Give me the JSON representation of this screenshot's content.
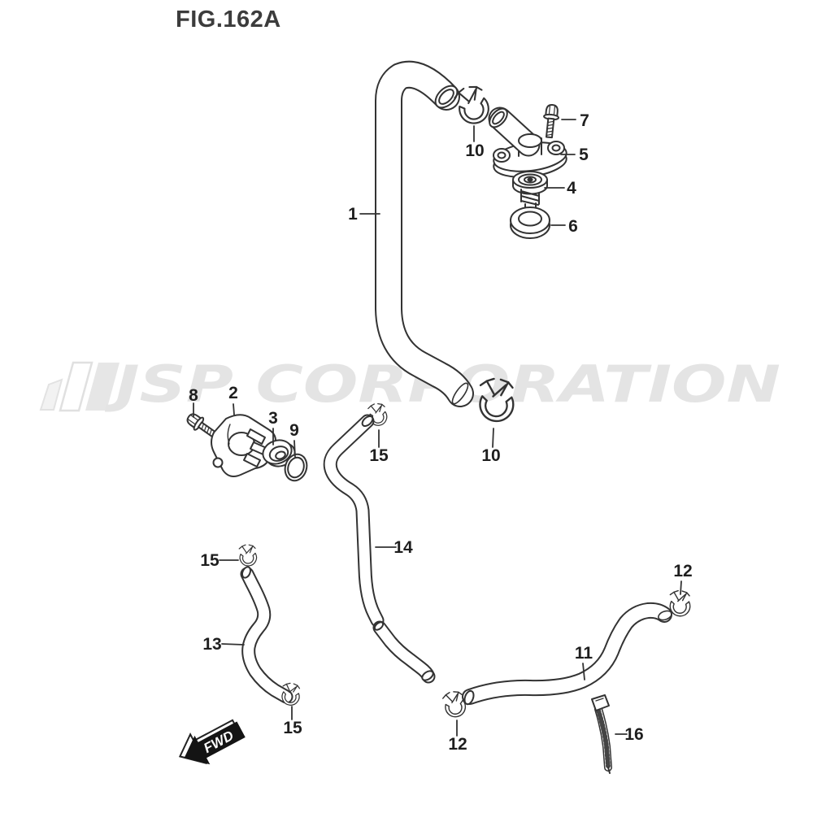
{
  "figure": {
    "title": "FIG.162A"
  },
  "watermark": {
    "text": "JSP CORPORATION",
    "color": "#e4e4e4"
  },
  "fwd_marker": {
    "label": "FWD"
  },
  "diagram": {
    "line_color": "#333333",
    "text_color": "#1e1e1e",
    "callouts": [
      {
        "ref": "1"
      },
      {
        "ref": "10"
      },
      {
        "ref": "7"
      },
      {
        "ref": "5"
      },
      {
        "ref": "4"
      },
      {
        "ref": "6"
      },
      {
        "ref": "8"
      },
      {
        "ref": "2"
      },
      {
        "ref": "3"
      },
      {
        "ref": "9"
      },
      {
        "ref": "15"
      },
      {
        "ref": "10"
      },
      {
        "ref": "14"
      },
      {
        "ref": "15"
      },
      {
        "ref": "13"
      },
      {
        "ref": "15"
      },
      {
        "ref": "12"
      },
      {
        "ref": "11"
      },
      {
        "ref": "12"
      },
      {
        "ref": "16"
      }
    ]
  }
}
